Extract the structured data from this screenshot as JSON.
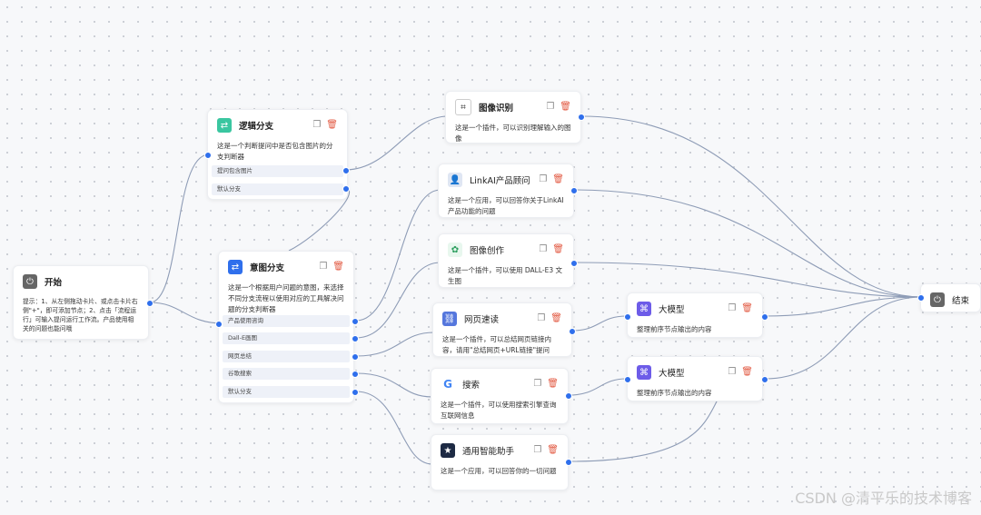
{
  "nodes": {
    "start": {
      "title": "开始",
      "desc": "提示：1、从左侧拖动卡片、或点击卡片右侧\"+\"，即可添加节点；2、点击「流程运行」可输入提问运行工作流。产品使用相关的问题也能问哦"
    },
    "logic_branch": {
      "title": "逻辑分支",
      "desc": "这是一个判断提问中是否包含图片的分支判断器",
      "options": [
        "提问包含图片",
        "默认分支"
      ]
    },
    "intent_branch": {
      "title": "意图分支",
      "desc": "这是一个根据用户问题的意图，来选择不同分支流程以使用对应的工具解决问题的分支判断器",
      "options": [
        "产品使用咨询",
        "Dall-E画图",
        "网页总结",
        "谷歌搜索",
        "默认分支"
      ]
    },
    "image_recog": {
      "title": "图像识别",
      "desc": "这是一个插件，可以识别理解输入的图像"
    },
    "linkai_advisor": {
      "title": "LinkAI产品顾问",
      "desc": "这是一个应用，可以回答你关于LinkAI产品功能的问题"
    },
    "image_create": {
      "title": "图像创作",
      "desc": "这是一个插件，可以使用 DALL-E3 文生图"
    },
    "web_read": {
      "title": "网页速读",
      "desc": "这是一个插件，可以总结网页链接内容，请用\"总结网页+URL链接\"提问"
    },
    "search": {
      "title": "搜索",
      "desc": "这是一个插件，可以使用搜索引擎查询互联网信息"
    },
    "general_assistant": {
      "title": "通用智能助手",
      "desc": "这是一个应用，可以回答你的一切问题"
    },
    "llm1": {
      "title": "大模型",
      "desc": "整理前序节点输出的内容"
    },
    "llm2": {
      "title": "大模型",
      "desc": "整理前序节点输出的内容"
    },
    "end": {
      "title": "结束"
    }
  },
  "icons": {
    "start": "power-icon",
    "logic_branch": "branch-icon",
    "intent_branch": "branch-icon",
    "image_recog": "scan-icon",
    "linkai_advisor": "avatar-icon",
    "image_create": "palette-icon",
    "web_read": "link-icon",
    "search": "google-icon",
    "general_assistant": "avatar-icon",
    "llm": "model-icon",
    "end": "power-icon",
    "copy": "copy-icon",
    "delete": "trash-icon"
  },
  "colors": {
    "port": "#2f6fec",
    "edge": "#8e9cb6",
    "delete": "#e25a43",
    "branch": "#3ac6a0",
    "model": "#6d5ce8"
  },
  "watermark": "CSDN @清平乐的技术博客"
}
